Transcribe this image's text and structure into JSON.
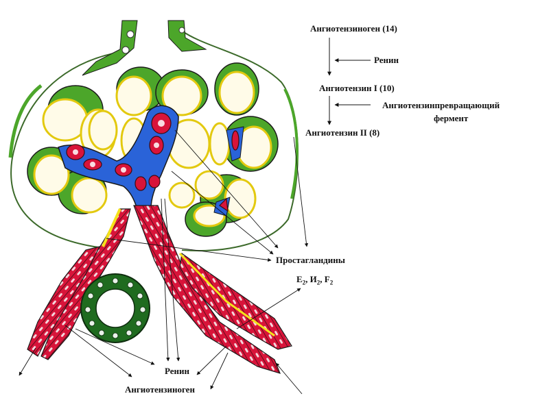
{
  "diagram": {
    "subject": "juxtaglomerular apparatus of the kidney and the renin-angiotensin cascade",
    "colors": {
      "podocyte_green": "#4ca62a",
      "capillary_blue": "#2a63d8",
      "erythrocyte_red": "#d8143a",
      "basement_yellow": "#f5e21a",
      "tubule_dark_green": "#1f6b1f",
      "outline": "#1a1a1a"
    },
    "cascade": {
      "step1": "Ангиотензиноген (14)",
      "enzyme1": "Ренин",
      "step2": "Ангиотензин I (10)",
      "enzyme2_line1": "Ангиотензинпревращающий",
      "enzyme2_line2": "фермент",
      "step3": "Ангиотензин II (8)"
    },
    "labels": {
      "prostaglandins": "Простагландины",
      "prostaglandin_types": {
        "e": "E",
        "i": "И",
        "f": "F",
        "subscript": "2",
        "separator": ", "
      },
      "renin": "Ренин",
      "angiotensinogen": "Ангиотензиноген"
    }
  }
}
